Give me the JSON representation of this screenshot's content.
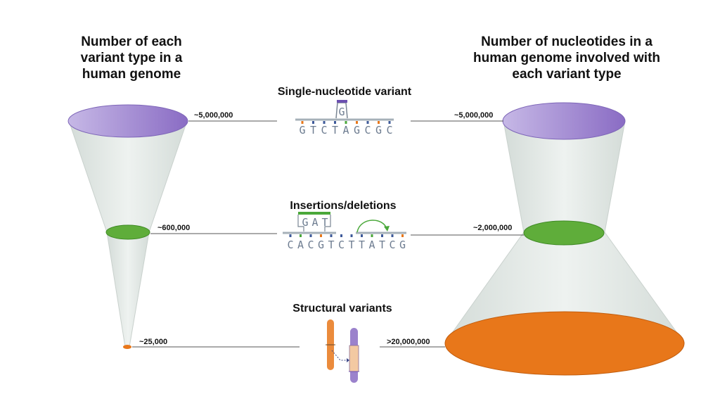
{
  "left_heading": [
    "Number of each",
    "variant type in a",
    "human genome"
  ],
  "right_heading": [
    "Number of nucleotides in a",
    "human genome involved with",
    "each variant type"
  ],
  "variants": [
    {
      "label": "Single-nucleotide variant",
      "count": "~5,000,000",
      "nucleotides": "~5,000,000",
      "color": "#9b82cc"
    },
    {
      "label": "Insertions/deletions",
      "count": "~600,000",
      "nucleotides": "~2,000,000",
      "color": "#5fad3a"
    },
    {
      "label": "Structural variants",
      "count": "~25,000",
      "nucleotides": ">20,000,000",
      "color": "#e8771a"
    }
  ],
  "snv": {
    "sequence": [
      "G",
      "T",
      "C",
      "T",
      "A",
      "G",
      "C",
      "G",
      "C"
    ],
    "alt_base": "G"
  },
  "indel": {
    "sequence": [
      "C",
      "A",
      "C",
      "G",
      "T",
      "C",
      "T",
      "T",
      "A",
      "T",
      "C",
      "G"
    ],
    "inserted": [
      "G",
      "A",
      "T"
    ]
  },
  "colors": {
    "cone": "#e3e9e6",
    "cone_edge": "#c9d1cd",
    "strand": "#a6b0b8",
    "letters": "#6e7d91",
    "arrow": "#4aa83a"
  }
}
